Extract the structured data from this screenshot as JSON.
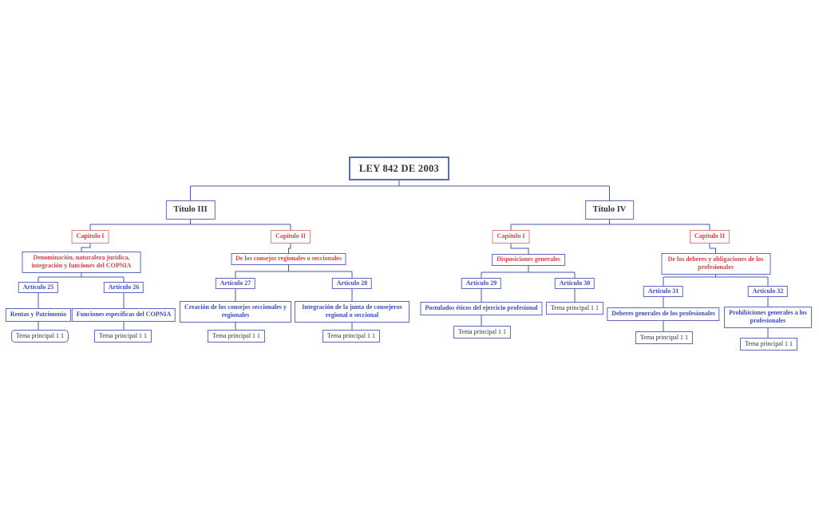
{
  "app": {
    "type": "mindmap-diagram",
    "background": "#ffffff"
  },
  "colors": {
    "line": "#4456b0",
    "box_border": "#5c6bc0",
    "capitulo_border": "#de8383",
    "red_text": "#d64545",
    "blue_text": "#3a4db8",
    "dark_text": "#33333e",
    "background": "#ffffff"
  },
  "nodes": {
    "root": {
      "label": "LEY 842 DE 2003",
      "parent": null
    },
    "titulo3": {
      "label": "Título III",
      "parent": "root"
    },
    "titulo4": {
      "label": "Título IV",
      "parent": "root"
    },
    "t3c1": {
      "label": "Capítulo I",
      "parent": "titulo3"
    },
    "t3c2": {
      "label": "Capítulo II",
      "parent": "titulo3"
    },
    "t4c1": {
      "label": "Capítulo I",
      "parent": "titulo4"
    },
    "t4c2": {
      "label": "Capítulo II",
      "parent": "titulo4"
    },
    "t3c1desc": {
      "label": "Denominación, naturaleza jurídica, integración y funciones del COPNIA",
      "parent": "t3c1"
    },
    "t3c2desc": {
      "label": "De los consejos regionales o seccionales",
      "parent": "t3c2"
    },
    "t4c1desc": {
      "label": "Disposiciones generales",
      "parent": "t4c1"
    },
    "t4c2desc": {
      "label": "De los deberes y obligaciones de los profesionales",
      "parent": "t4c2"
    },
    "art25": {
      "label": "Artículo 25",
      "parent": "t3c1desc"
    },
    "art26": {
      "label": "Artículo 26",
      "parent": "t3c1desc"
    },
    "art27": {
      "label": "Artículo 27",
      "parent": "t3c2desc"
    },
    "art28": {
      "label": "Artículo 28",
      "parent": "t3c2desc"
    },
    "art29": {
      "label": "Artículo 29",
      "parent": "t4c1desc"
    },
    "art30": {
      "label": "Artículo 30",
      "parent": "t4c1desc"
    },
    "art31": {
      "label": "Artículo 31",
      "parent": "t4c2desc"
    },
    "art32": {
      "label": "Artículo 32",
      "parent": "t4c2desc"
    },
    "art25desc": {
      "label": "Rentas y Patrimonio",
      "parent": "art25"
    },
    "art26desc": {
      "label": "Funciones específicas del COPNIA",
      "parent": "art26"
    },
    "art27desc": {
      "label": "Creación de los consejos seccionales y regionales",
      "parent": "art27"
    },
    "art28desc": {
      "label": "Integración de la junta de consejeros regional o seccional",
      "parent": "art28"
    },
    "art29desc": {
      "label": "Postulados éticos del ejercicio profesional",
      "parent": "art29"
    },
    "art31desc": {
      "label": "Deberes generales de los profesionales",
      "parent": "art31"
    },
    "art32desc": {
      "label": "Prohibiciones generales a los profesionales",
      "parent": "art32"
    },
    "tema1": {
      "label": "Tema principal 1 1",
      "parent": "art25desc"
    },
    "tema2": {
      "label": "Tema principal 1 1",
      "parent": "art26desc"
    },
    "tema3": {
      "label": "Tema principal 1 1",
      "parent": "art27desc"
    },
    "tema4": {
      "label": "Tema principal 1 1",
      "parent": "art28desc"
    },
    "tema5": {
      "label": "Tema principal 1 1",
      "parent": "art29desc"
    },
    "tema6": {
      "label": "Tema principal 1 1",
      "parent": "art30"
    },
    "tema7": {
      "label": "Tema principal 1 1",
      "parent": "art31desc"
    },
    "tema8": {
      "label": "Tema principal 1 1",
      "parent": "art32desc"
    }
  }
}
